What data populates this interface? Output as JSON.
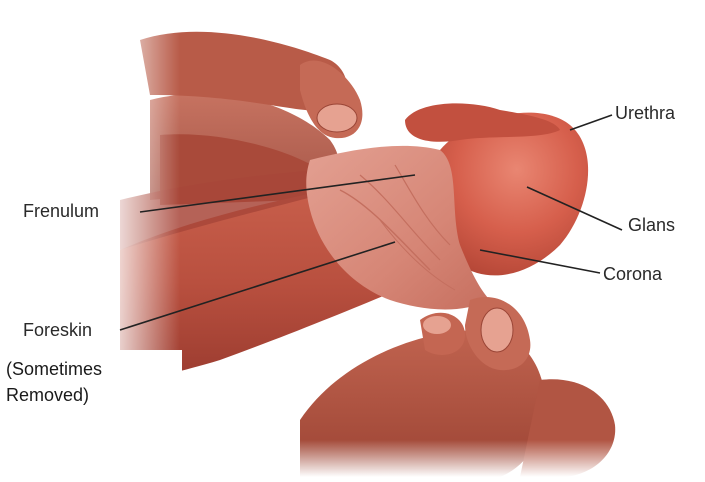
{
  "labels": {
    "urethra": "Urethra",
    "frenulum": "Frenulum",
    "glans": "Glans",
    "corona": "Corona",
    "foreskin": "Foreskin",
    "note_line1": "(Sometimes",
    "note_line2": "Removed)"
  },
  "colors": {
    "skin_base": "#b9503f",
    "skin_dark": "#8f3429",
    "skin_light": "#d4735f",
    "foreskin": "#d88a7a",
    "glans": "#d65f4c",
    "leader_line": "#222222",
    "label_text": "#2a2a2a"
  }
}
